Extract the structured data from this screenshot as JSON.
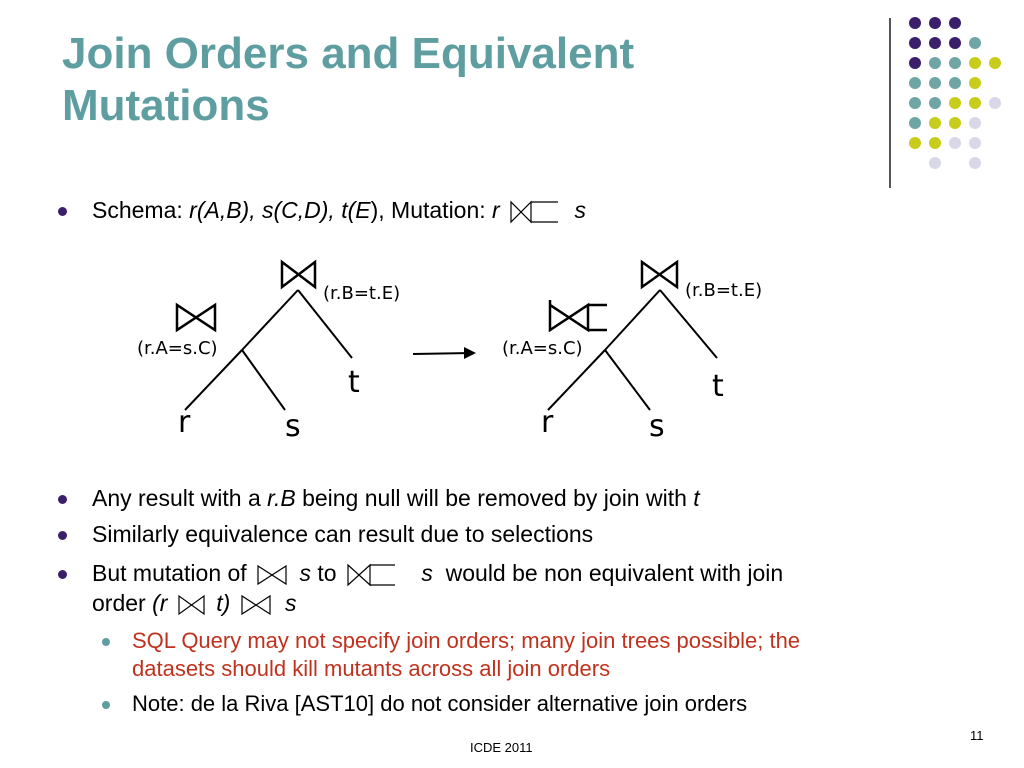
{
  "slide": {
    "title_line1": "Join Orders and Equivalent",
    "title_line2": "Mutations",
    "accent_color": "#5f9ea0",
    "bullet_color": "#3b1f6b",
    "highlight_color": "#c0321d"
  },
  "bullets": {
    "b1": {
      "prefix": "Schema: ",
      "schema": "r(A,B), s(C,D), t(E",
      "close": ")",
      "mid": ", Mutation: ",
      "r": "r",
      "s": "s"
    },
    "b2": {
      "prefix": "Any result with a ",
      "rb": "r.B",
      "mid": " being null will be removed by join with ",
      "t": "t"
    },
    "b3": {
      "text": "Similarly equivalence can result due to selections"
    },
    "b4": {
      "prefix": "But mutation of ",
      "s1": "s",
      "to": "to",
      "s2": "s",
      "suffix": "would be non equivalent with join",
      "line2_prefix": "order ",
      "paren_r": "(r",
      "t_close": "t)",
      "s3": "s"
    },
    "sub1": {
      "line1": "SQL Query may not specify join orders; many join trees possible;  the",
      "line2": "datasets should kill mutants across all join orders"
    },
    "sub2": {
      "text": "Note: de la Riva [AST10] do not consider alternative join orders"
    }
  },
  "diagram": {
    "left": {
      "top_condition": "(r.B=t.E)",
      "inner_condition": "(r.A=s.C)",
      "leaf_r": "r",
      "leaf_s": "s",
      "leaf_t": "t"
    },
    "right": {
      "top_condition": "(r.B=t.E)",
      "inner_condition": "(r.A=s.C)",
      "leaf_r": "r",
      "leaf_s": "s",
      "leaf_t": "t"
    }
  },
  "footer": {
    "conference": "ICDE 2011",
    "page": "11"
  },
  "decor": {
    "dot_colors": {
      "purple": "#3b1f6b",
      "teal": "#6fa5a5",
      "yellow": "#c8cc1a",
      "lavender": "#d8d8e8"
    }
  }
}
